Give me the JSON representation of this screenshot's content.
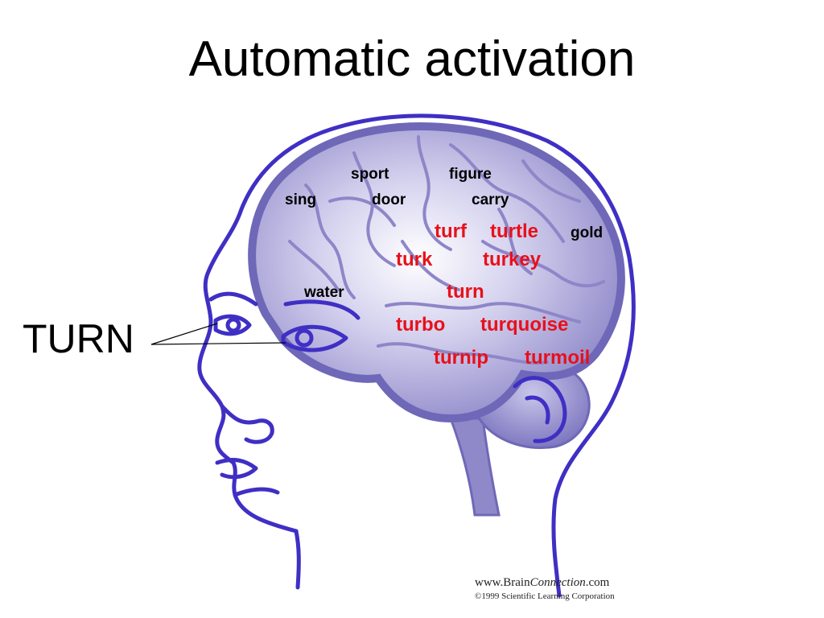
{
  "slide": {
    "title": "Automatic activation",
    "stimulus": "TURN"
  },
  "words": {
    "unrelated": [
      "sport",
      "figure",
      "sing",
      "door",
      "carry",
      "gold",
      "water"
    ],
    "activated": [
      "turf",
      "turtle",
      "turk",
      "turkey",
      "turn",
      "turbo",
      "turquoise",
      "turnip",
      "turmoil"
    ]
  },
  "credit": {
    "line1_prefix": "www.Brain",
    "line1_italic": "Connection",
    "line1_suffix": ".com",
    "line2": "©1999 Scientific Learning Corporation"
  },
  "colors": {
    "outline": "#3f2fc4",
    "brain": "#b7b3e0",
    "activated_text": "#e8101a"
  }
}
